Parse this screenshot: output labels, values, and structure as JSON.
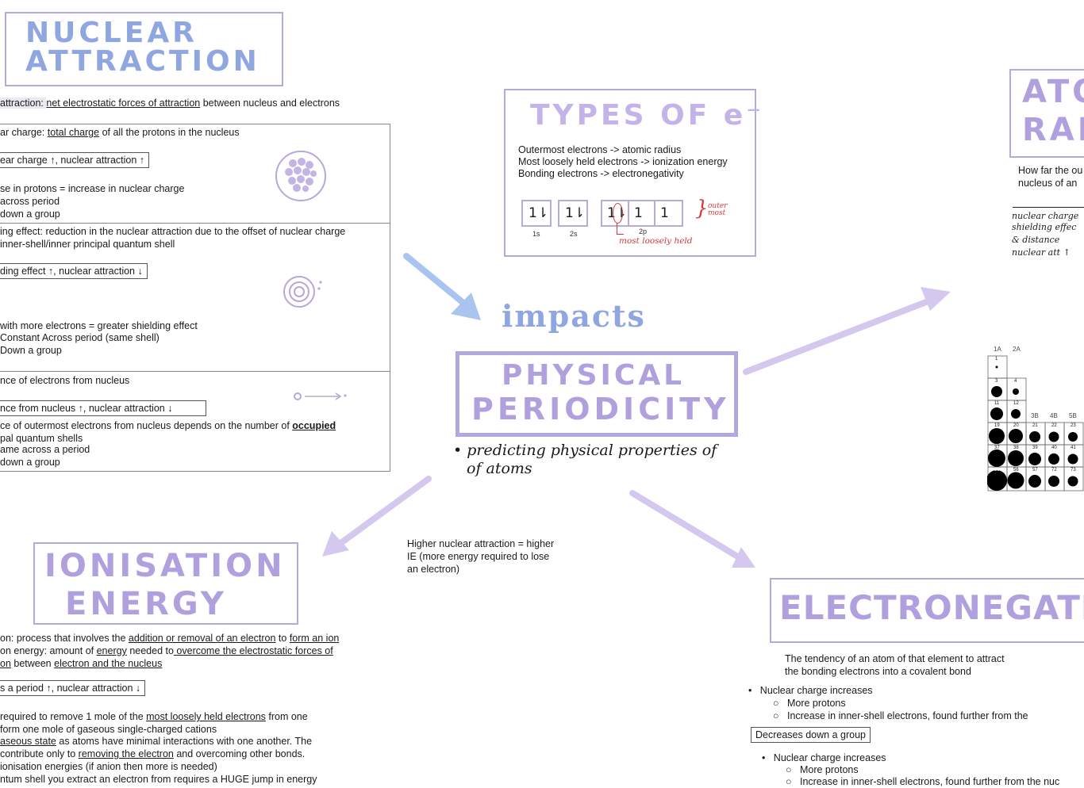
{
  "nuclear": {
    "title_line1": "NUCLEAR",
    "title_line2": "ATTRACTION",
    "def_prefix": "attraction: ",
    "def_underlined": "net electrostatic forces of attraction",
    "def_suffix": " between nucleus and electrons",
    "charge_prefix": "ar charge: ",
    "charge_underlined": "total charge",
    "charge_suffix": " of all the protons in the nucleus",
    "charge_box": "ear charge ↑, nuclear attraction ↑",
    "charge_l1": "se in protons = increase in nuclear charge",
    "charge_l2": " across period",
    "charge_l3": " down a group",
    "shield_l1": "ing effect: reduction in the nuclear attraction due to the offset of nuclear charge",
    "shield_l2": " inner-shell/inner principal quantum shell",
    "shield_box": "ding effect ↑, nuclear attraction ↓",
    "shield_l3": "with more electrons = greater shielding effect",
    "shield_l4": "Constant Across period (same shell)",
    "shield_l5": " Down a group",
    "dist_l1": "nce of electrons from nucleus",
    "dist_box": "nce from nucleus ↑, nuclear attraction ↓",
    "dist_l2_prefix": "ce of outermost electrons from nucleus depends on the number of ",
    "dist_l2_bold": "occupied",
    "dist_l3": "pal quantum shells",
    "dist_l4": "ame across a period",
    "dist_l5": " down a group"
  },
  "types": {
    "title": "TYPES OF e⁻",
    "line1": "Outermost electrons -> atomic radius",
    "line2": "Most loosely held electrons -> ionization energy",
    "line3": "Bonding electrons -> electronegativity",
    "orbitals": [
      "1⇂",
      "1⇂",
      "1⇂",
      "1",
      "1"
    ],
    "label_1s": "1s",
    "label_2s": "2s",
    "label_2p": "2p",
    "note_outer": "outer most",
    "note_loose": "most loosely held"
  },
  "center": {
    "impacts": "impacts",
    "title_line1": "PHYSICAL",
    "title_line2": "PERIODICITY",
    "bullet": "• predicting physical properties of",
    "bullet_cont": "of atoms"
  },
  "radius": {
    "title_line1": "ATO",
    "title_line2": "RAD",
    "desc_l1": "How far the ou",
    "desc_l2": "nucleus of an",
    "hand_l1": "nuclear charge",
    "hand_l2": "shielding effec",
    "hand_l3": "& distance",
    "hand_l4": "nuclear att ↑"
  },
  "table": {
    "group_labels": [
      "1A",
      "2A",
      "3B",
      "4B",
      "5B"
    ],
    "numbers_col1": [
      "1",
      "3",
      "11",
      "19",
      "37",
      "55"
    ],
    "numbers_col2": [
      "4",
      "12",
      "20",
      "38",
      "56"
    ],
    "numbers_rest_row4": [
      "21",
      "22",
      "23"
    ],
    "numbers_rest_row5": [
      "39",
      "40",
      "41"
    ],
    "numbers_rest_row6": [
      "57",
      "72",
      "73"
    ]
  },
  "ionisation": {
    "title_line1": "IONISATION",
    "title_line2": "ENERGY",
    "note_l1": "Higher nuclear attraction = higher",
    "note_l2": "IE (more energy required to lose",
    "note_l3": "an electron)",
    "l1_prefix": "on: process that involves the ",
    "l1_u1": "addition or removal of an electron",
    "l1_mid": " to ",
    "l1_u2": "form an ion",
    "l2_prefix": "on energy: amount of ",
    "l2_u1": "energy",
    "l2_mid": " needed to",
    "l2_u2": " overcome the electrostatic forces of",
    "l3_u1": "on",
    "l3_mid": " between ",
    "l3_u2": "electron and the nucleus",
    "box": "s a period ↑, nuclear attraction ↓",
    "l4_prefix": "required to remove 1 mole of the ",
    "l4_u": "most loosely held electrons",
    "l4_suffix": " from one",
    "l5": " form one mole of gaseous single-charged cations",
    "l6_u": "aseous state",
    "l6_suffix": " as atoms have minimal interactions with one another. The",
    "l7_prefix": "contribute only to ",
    "l7_u": "removing the electron",
    "l7_suffix": " and overcoming other bonds.",
    "l8": "ionisation energies (if anion then more is needed)",
    "l9": "ntum shell you extract an electron from requires a HUGE jump in energy"
  },
  "electroneg": {
    "title": "ELECTRONEGATIVI",
    "def_l1": "The tendency of an atom of that element to attract",
    "def_l2": "the bonding electrons into a covalent bond",
    "b1": "Nuclear charge increases",
    "b1a": "More protons",
    "b1b": "Increase in inner-shell electrons, found further from the",
    "box": "Decreases down a group",
    "b2": "Nuclear charge increases",
    "b2a": "More protons",
    "b2b": "Increase in inner-shell electrons, found further from the nuc"
  },
  "colors": {
    "title": "#a79bd6",
    "box": "#b4aadd",
    "arrow_blue": "#a9c4ee",
    "arrow_purple": "#d4c8ee",
    "red_note": "#d23a3a"
  }
}
